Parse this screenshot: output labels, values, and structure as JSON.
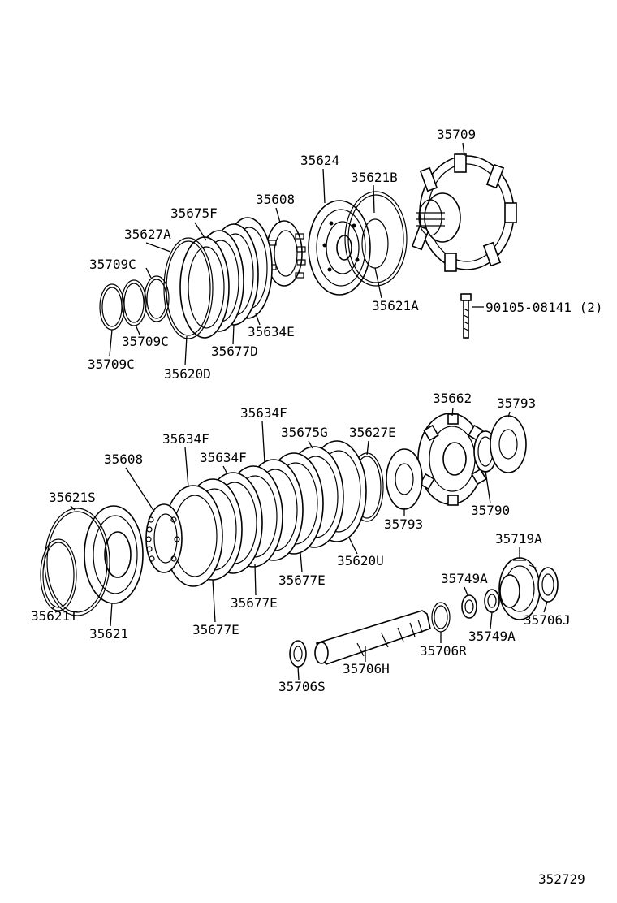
{
  "diagram_id": "352729",
  "callouts": [
    "35709",
    "35624",
    "35621B",
    "35608",
    "35675F",
    "35627A",
    "35709C",
    "90105-08141 (2)",
    "35621A",
    "35634E",
    "35709C",
    "35677D",
    "35709C",
    "35620D",
    "35662",
    "35793",
    "35634F",
    "35675G",
    "35627E",
    "35634F",
    "35634F",
    "35608",
    "35621S",
    "35793",
    "35790",
    "35719A",
    "35620U",
    "35749A",
    "35677E",
    "35677E",
    "35621T",
    "35706J",
    "35621",
    "35749A",
    "35677E",
    "35706R",
    "35706H",
    "35706S"
  ]
}
